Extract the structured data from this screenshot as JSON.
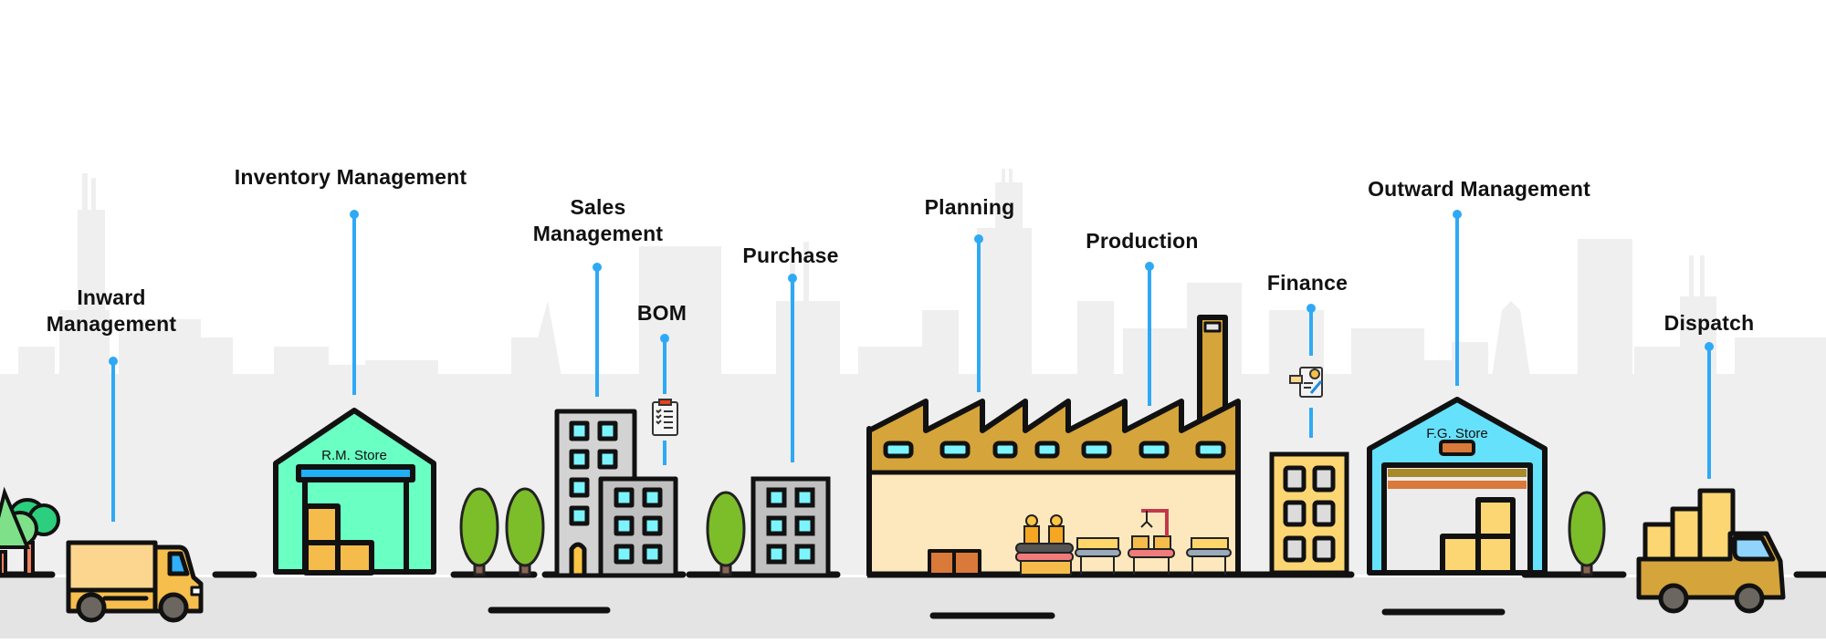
{
  "diagram": {
    "title": "ERP process flow",
    "stages": [
      {
        "id": "inward",
        "label": "Inward\nManagement",
        "icon": "delivery-truck-icon"
      },
      {
        "id": "inventory",
        "label": "Inventory Management",
        "icon": "warehouse-icon"
      },
      {
        "id": "sales",
        "label": "Sales\nManagement",
        "icon": "office-building-icon"
      },
      {
        "id": "bom",
        "label": "BOM",
        "icon": "clipboard-checklist-icon"
      },
      {
        "id": "purchase",
        "label": "Purchase",
        "icon": "office-building-icon"
      },
      {
        "id": "planning",
        "label": "Planning",
        "icon": "factory-icon"
      },
      {
        "id": "production",
        "label": "Production",
        "icon": "assembly-line-icon"
      },
      {
        "id": "finance",
        "label": "Finance",
        "icon": "signed-document-icon"
      },
      {
        "id": "outward",
        "label": "Outward Management",
        "icon": "warehouse-icon"
      },
      {
        "id": "dispatch",
        "label": "Dispatch",
        "icon": "loaded-pickup-truck-icon"
      }
    ],
    "rm_store_label": "R.M. Store",
    "fg_store_label": "F.G. Store"
  },
  "colors": {
    "pin": "#2fa9f5",
    "skyline": "#efefef",
    "road": "#e4e4e4",
    "outline": "#111111",
    "rm_store": "#6affc3",
    "fg_store": "#66e1fb",
    "factory_roof": "#d5a43a",
    "factory_wall": "#fde8bd",
    "box": "#f5bc4b",
    "window": "#7cf4fd",
    "building_grey": "#c8c8c8",
    "finance_building": "#fcd672",
    "tree": "#7cbd2a",
    "truck_body": "#fcd68f",
    "truck_cab": "#f6be4d",
    "pickup": "#d5a43a"
  }
}
